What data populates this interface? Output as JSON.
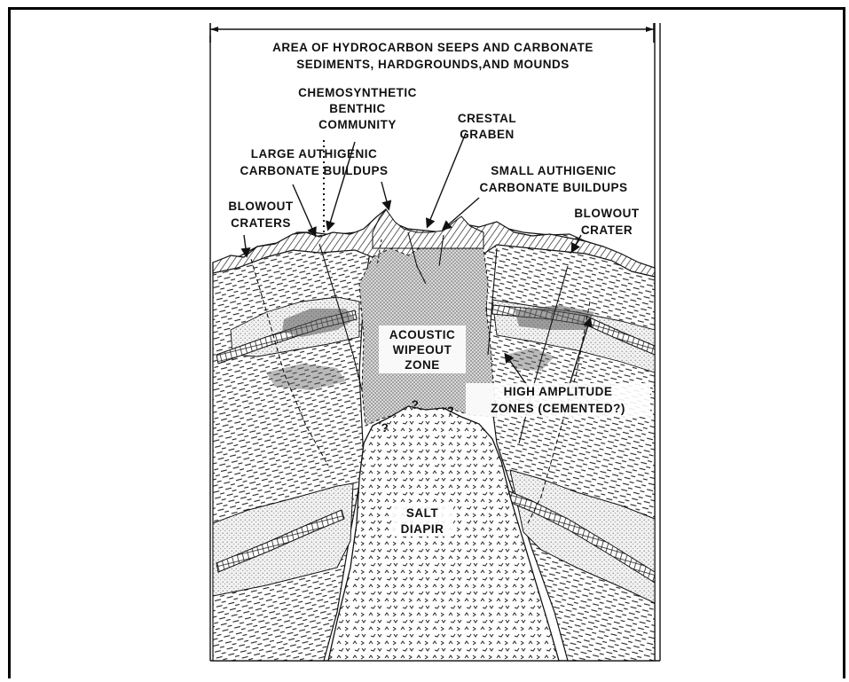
{
  "figure": {
    "labels": {
      "area_line1": "AREA OF HYDROCARBON SEEPS AND CARBONATE",
      "area_line2": "SEDIMENTS, HARDGROUNDS,AND MOUNDS",
      "chemo_line1": "CHEMOSYNTHETIC",
      "chemo_line2": "BENTHIC",
      "chemo_line3": "COMMUNITY",
      "crestal_line1": "CRESTAL",
      "crestal_line2": "GRABEN",
      "large_line1": "LARGE AUTHIGENIC",
      "large_line2": "CARBONATE BUILDUPS",
      "small_line1": "SMALL AUTHIGENIC",
      "small_line2": "CARBONATE BUILDUPS",
      "blowout_craters_line1": "BLOWOUT",
      "blowout_craters_line2": "CRATERS",
      "blowout_crater_line1": "BLOWOUT",
      "blowout_crater_line2": "CRATER",
      "acoustic_line1": "ACOUSTIC",
      "acoustic_line2": "WIPEOUT",
      "acoustic_line3": "ZONE",
      "high_line1": "HIGH AMPLITUDE",
      "high_line2": "ZONES (CEMENTED?)",
      "salt_line1": "SALT",
      "salt_line2": "DIAPIR",
      "question_mark": "?"
    }
  }
}
